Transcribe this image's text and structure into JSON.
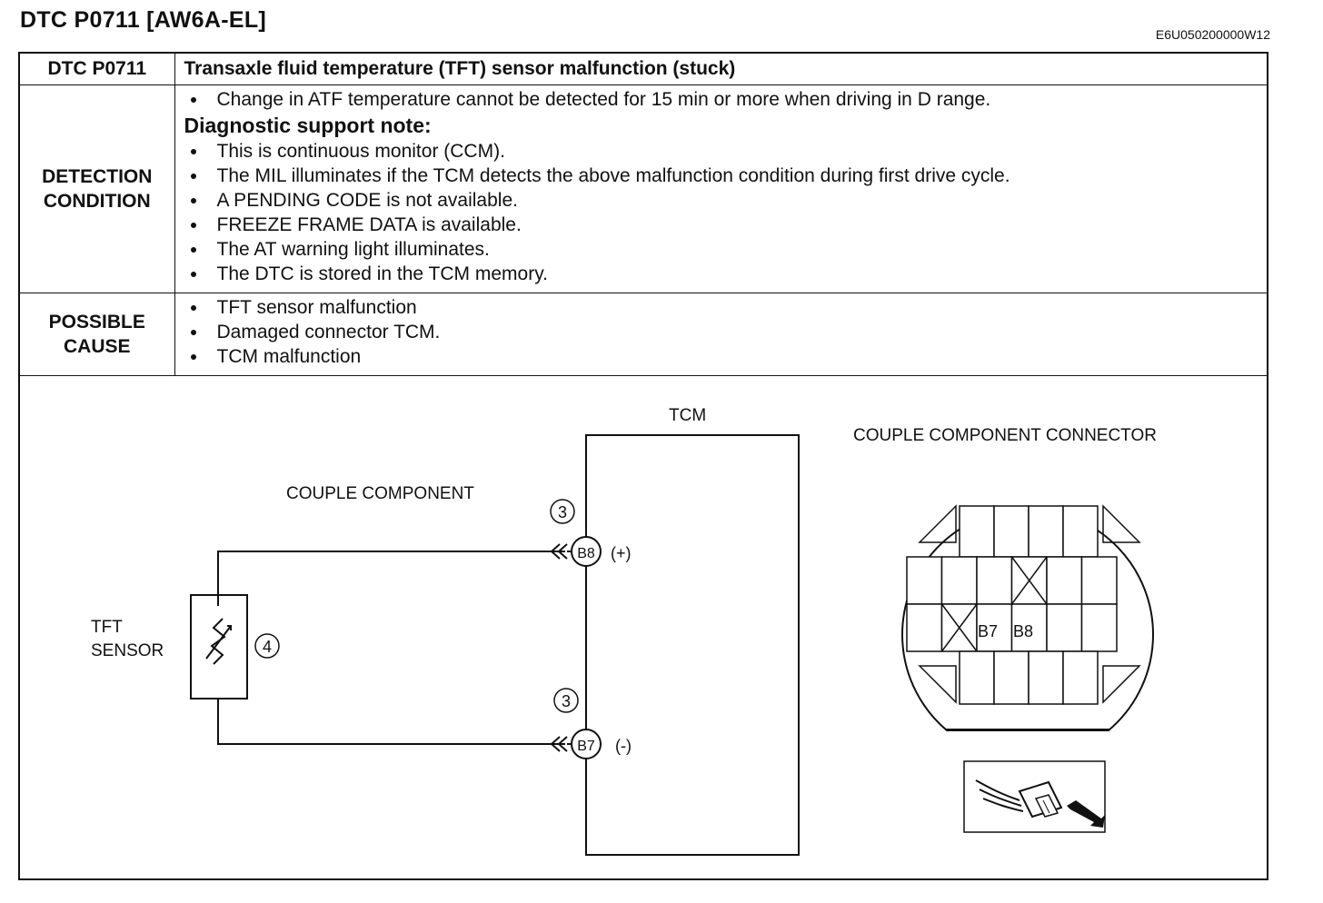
{
  "header": {
    "title": "DTC P0711 [AW6A-EL]",
    "doc_code": "E6U050200000W12"
  },
  "table": {
    "dtc_code": "DTC P0711",
    "dtc_description": "Transaxle fluid temperature (TFT) sensor malfunction (stuck)",
    "detection": {
      "label_line1": "DETECTION",
      "label_line2": "CONDITION",
      "condition": "Change in ATF temperature cannot be detected for 15 min or more when driving in D range.",
      "note_heading": "Diagnostic support note:",
      "notes": [
        "This is continuous monitor (CCM).",
        "The MIL illuminates if the TCM detects the above malfunction condition during first drive cycle.",
        "A PENDING CODE is not available.",
        "FREEZE FRAME DATA is available.",
        "The AT warning light illuminates.",
        "The DTC is stored in the TCM memory."
      ]
    },
    "possible_cause": {
      "label_line1": "POSSIBLE",
      "label_line2": "CAUSE",
      "causes": [
        "TFT sensor malfunction",
        "Damaged connector TCM.",
        "TCM malfunction"
      ]
    }
  },
  "diagram": {
    "tcm_label": "TCM",
    "couple_component_label": "COUPLE COMPONENT",
    "sensor_label_line1": "TFT",
    "sensor_label_line2": "SENSOR",
    "sensor_ref": "4",
    "wire_ref_top": "3",
    "wire_ref_bottom": "3",
    "pin_top": "B8",
    "pin_top_polarity": "(+)",
    "pin_bottom": "B7",
    "pin_bottom_polarity": "(-)",
    "connector_title": "COUPLE COMPONENT CONNECTOR",
    "connector_pin_b7": "B7",
    "connector_pin_b8": "B8"
  }
}
